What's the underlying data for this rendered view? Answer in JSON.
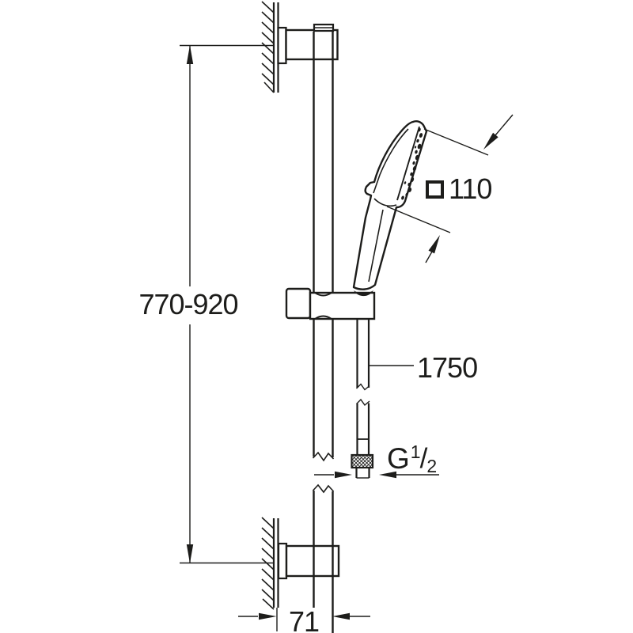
{
  "labels": {
    "height_range": "770-920",
    "head_width": "110",
    "hose_length": "1750",
    "thread_prefix": "G",
    "thread_numerator": "1",
    "thread_slash": "/",
    "thread_denominator": "2",
    "wall_offset": "71"
  },
  "icons": {
    "head_shape_symbol": "square-dimension-icon"
  },
  "colors": {
    "line": "#1d1d1b",
    "background": "#ffffff"
  }
}
